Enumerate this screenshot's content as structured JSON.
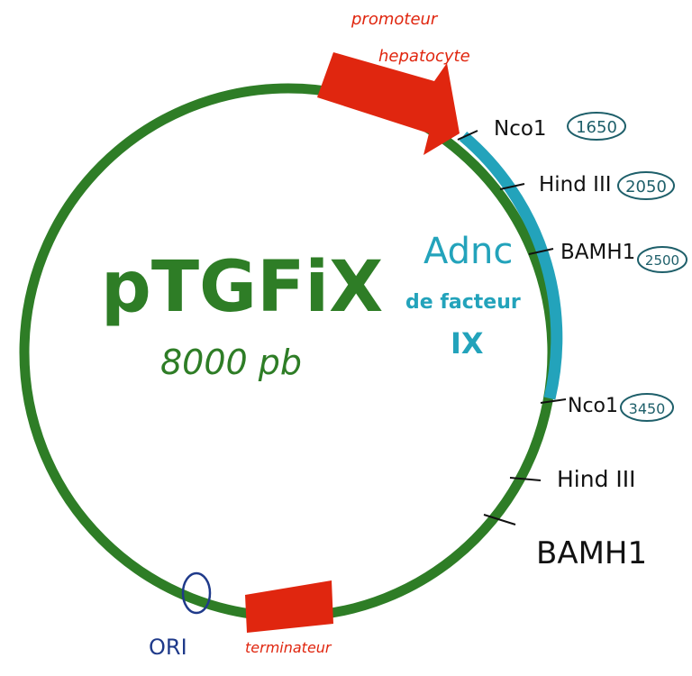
{
  "plasmid": {
    "name": "pTGFiX",
    "size": "8000 pb",
    "backbone_color": "#2e7d26",
    "insert_color": "#23a3bb",
    "feature_color": "#e0260f"
  },
  "promoter": {
    "line1": "promoteur",
    "line2": "hepatocyte"
  },
  "terminator": {
    "label": "terminateur"
  },
  "ori": {
    "label": "ORI",
    "color": "#1f3a8a"
  },
  "insert": {
    "line1": "Adnc",
    "line2": "de facteur",
    "line3": "IX"
  },
  "sites": [
    {
      "name": "Nco1",
      "position": "1650"
    },
    {
      "name": "Hind III",
      "position": "2050"
    },
    {
      "name": "BAMH1",
      "position": "2500"
    },
    {
      "name": "Nco1",
      "position": "3450"
    },
    {
      "name": "Hind III",
      "position": ""
    },
    {
      "name": "BAMH1",
      "position": ""
    }
  ]
}
